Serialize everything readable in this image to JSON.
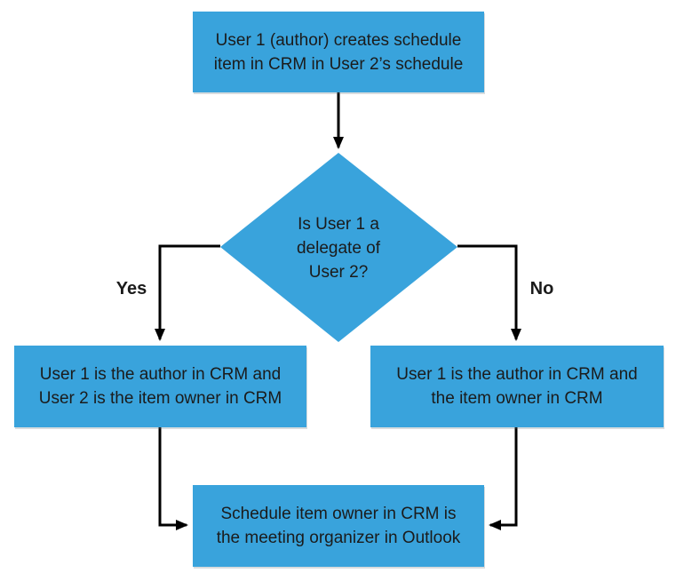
{
  "diagram": {
    "type": "flowchart",
    "colors": {
      "node_fill": "#39A3DC",
      "node_text": "#1b1b1b",
      "arrow": "#000000",
      "background": "#ffffff"
    },
    "nodes": {
      "start": {
        "shape": "rectangle",
        "text": "User 1 (author) creates schedule\nitem in CRM in User 2’s schedule"
      },
      "decision": {
        "shape": "diamond",
        "text": "Is User 1 a\ndelegate of\nUser 2?"
      },
      "yes_outcome": {
        "shape": "rectangle",
        "text": "User 1 is the author in CRM and\nUser 2 is the item owner in CRM"
      },
      "no_outcome": {
        "shape": "rectangle",
        "text": "User 1 is the author in CRM and\nthe item owner in CRM"
      },
      "end": {
        "shape": "rectangle",
        "text": "Schedule item owner in CRM is\nthe meeting organizer in Outlook"
      }
    },
    "edges": {
      "start_to_decision": {
        "from": "start",
        "to": "decision",
        "label": ""
      },
      "decision_to_yes": {
        "from": "decision",
        "to": "yes_outcome",
        "label": "Yes"
      },
      "decision_to_no": {
        "from": "decision",
        "to": "no_outcome",
        "label": "No"
      },
      "yes_to_end": {
        "from": "yes_outcome",
        "to": "end",
        "label": ""
      },
      "no_to_end": {
        "from": "no_outcome",
        "to": "end",
        "label": ""
      }
    }
  }
}
